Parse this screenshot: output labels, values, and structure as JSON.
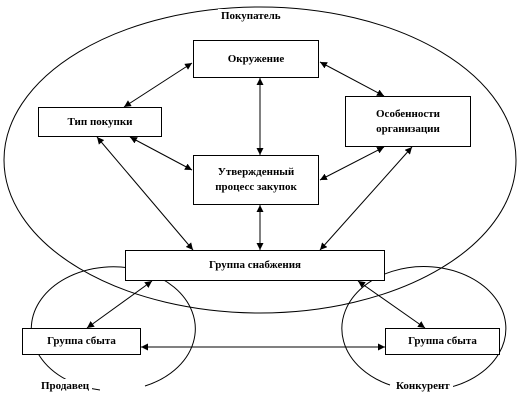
{
  "regions": {
    "buyer": "Покупатель",
    "seller": "Продавец",
    "competitor": "Конкурент"
  },
  "boxes": {
    "environment": "Окружение",
    "purchase_type": "Тип покупки",
    "org_features": "Особенности организации",
    "approved_process": "Утвержденный процесс закупок",
    "supply_group": "Группа снабжения",
    "sales_group_left": "Группа сбыта",
    "sales_group_right": "Группа сбыта"
  },
  "colors": {
    "line": "#000000",
    "background": "#ffffff"
  }
}
